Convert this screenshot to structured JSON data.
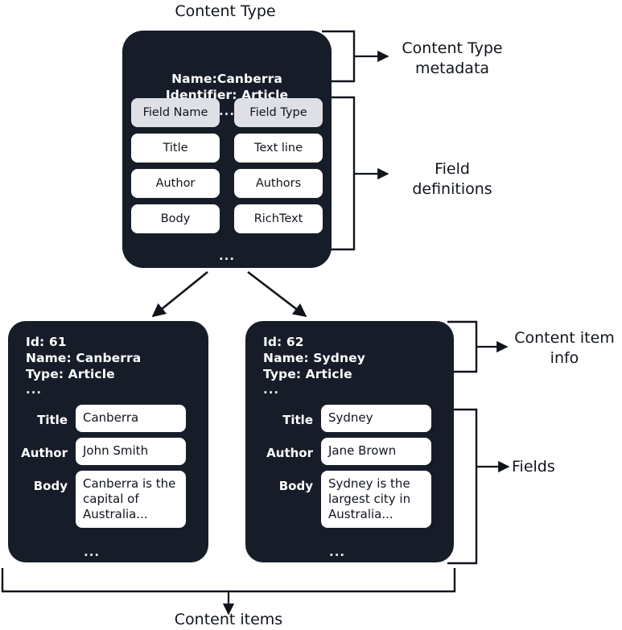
{
  "diagram": {
    "title_top": "Content Type",
    "title_bottom": "Content items"
  },
  "content_type_card": {
    "metadata_lines": [
      "Name:Canberra",
      "Identifier: Article"
    ],
    "ellipsis": "...",
    "bottom_ellipsis": "...",
    "field_table": {
      "headers": [
        "Field Name",
        "Field Type"
      ],
      "rows": [
        [
          "Title",
          "Text line"
        ],
        [
          "Author",
          "Authors"
        ],
        [
          "Body",
          "RichText"
        ]
      ]
    }
  },
  "annotations": {
    "content_type_metadata": "Content Type\nmetadata",
    "content_type_metadata_line1": "Content Type",
    "content_type_metadata_line2": "metadata",
    "field_definitions_line1": "Field",
    "field_definitions_line2": "definitions",
    "content_item_info_line1": "Content item",
    "content_item_info_line2": "info",
    "fields": "Fields"
  },
  "content_items": [
    {
      "meta_lines": [
        "Id: 61",
        "Name: Canberra",
        "Type: Article"
      ],
      "ellipsis": "...",
      "bottom_ellipsis": "...",
      "fields": [
        {
          "label": "Title",
          "value": "Canberra"
        },
        {
          "label": "Author",
          "value": "John Smith"
        },
        {
          "label": "Body",
          "value": "Canberra is the capital of Australia..."
        }
      ]
    },
    {
      "meta_lines": [
        "Id: 62",
        "Name: Sydney",
        "Type: Article"
      ],
      "ellipsis": "...",
      "bottom_ellipsis": "...",
      "fields": [
        {
          "label": "Title",
          "value": "Sydney"
        },
        {
          "label": "Author",
          "value": "Jane Brown"
        },
        {
          "label": "Body",
          "value": "Sydney is the largest city in Australia..."
        }
      ]
    }
  ],
  "colors": {
    "card_background": "#161d29",
    "page_background": "#ffffff",
    "header_chip": "#dfdfe6",
    "value_chip": "#ffffff",
    "stroke": "#10151c",
    "card_text": "#ffffff"
  }
}
